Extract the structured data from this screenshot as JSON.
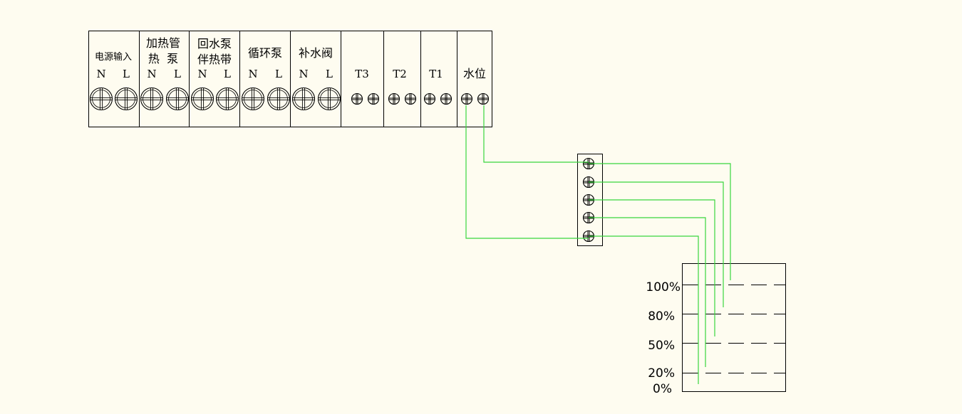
{
  "terminal_block": {
    "groups": [
      {
        "label_lines": [
          "电源输入"
        ],
        "pins": [
          "N",
          "L"
        ]
      },
      {
        "label_lines": [
          "加热管",
          "热  泵"
        ],
        "pins": [
          "N",
          "L"
        ]
      },
      {
        "label_lines": [
          "回水泵",
          "伴热带"
        ],
        "pins": [
          "N",
          "L"
        ]
      },
      {
        "label_lines": [
          "循环泵"
        ],
        "pins": [
          "N",
          "L"
        ]
      },
      {
        "label_lines": [
          "补水阀"
        ],
        "pins": [
          "N",
          "L"
        ]
      },
      {
        "label_lines": [
          "T3"
        ],
        "pins": []
      },
      {
        "label_lines": [
          "T2"
        ],
        "pins": []
      },
      {
        "label_lines": [
          "T1"
        ],
        "pins": []
      },
      {
        "label_lines": [
          "水位"
        ],
        "pins": []
      }
    ]
  },
  "tank": {
    "levels": [
      "100%",
      "80%",
      "50%",
      "20%",
      "0%"
    ]
  },
  "colors": {
    "background": "#FEFCF0",
    "wire": "#39D63E",
    "line": "#000000"
  }
}
